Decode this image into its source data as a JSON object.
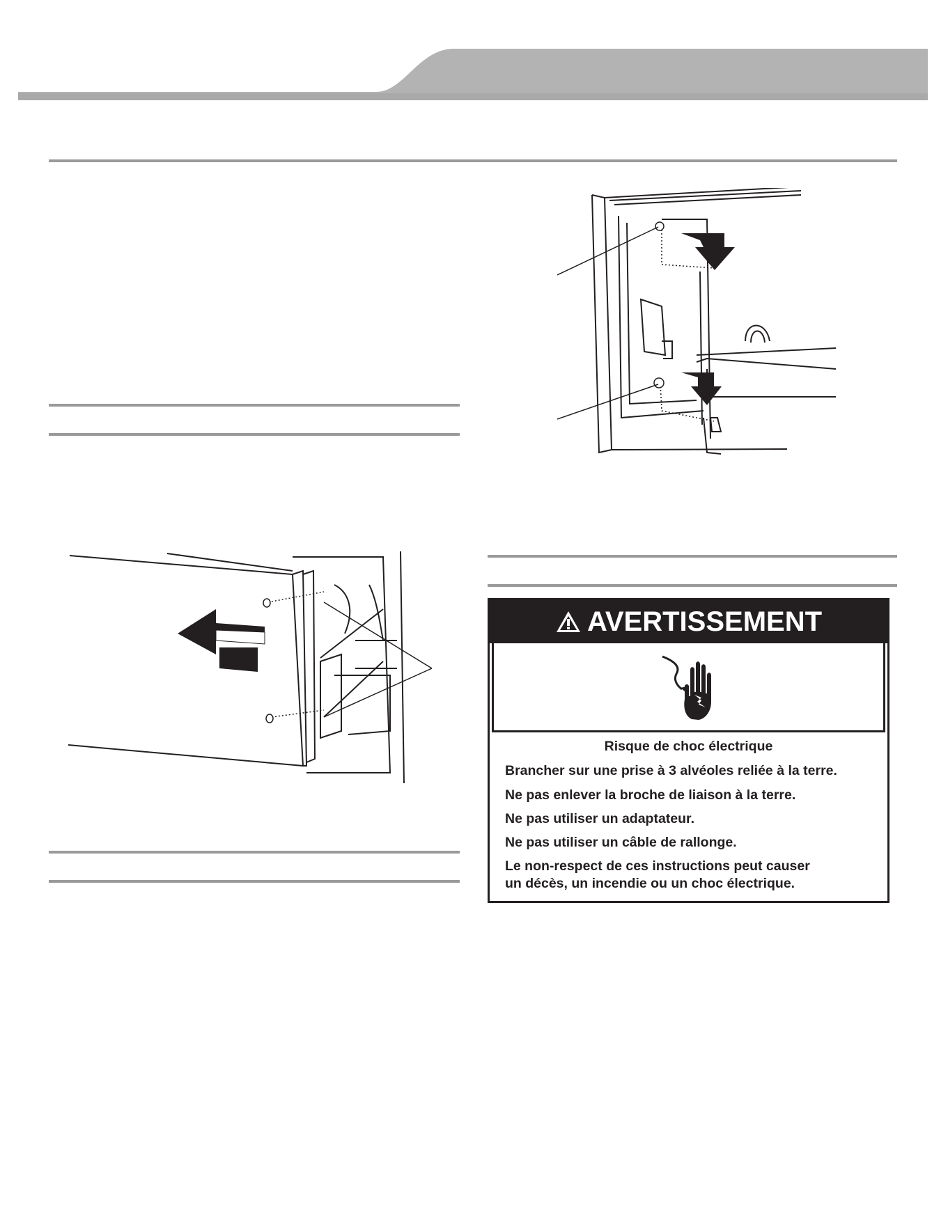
{
  "header_tab": {
    "fill": "#b3b3b3",
    "bar": "#a9a9a9"
  },
  "warning": {
    "title": "AVERTISSEMENT",
    "heading": "Risque de choc électrique",
    "lines": [
      "Brancher sur une prise à 3 alvéoles reliée à la terre.",
      "Ne pas enlever la broche de liaison à la terre.",
      "Ne pas utiliser un adaptateur.",
      "Ne pas utiliser un câble de rallonge.",
      "Le non-respect de ces instructions peut causer",
      "un décès, un incendie ou un choc électrique."
    ],
    "icons": [
      "alert-triangle-icon",
      "electric-shock-hand-icon"
    ]
  },
  "figures": [
    "drawer-front-removal-illustration",
    "drawer-front-bracket-illustration"
  ]
}
